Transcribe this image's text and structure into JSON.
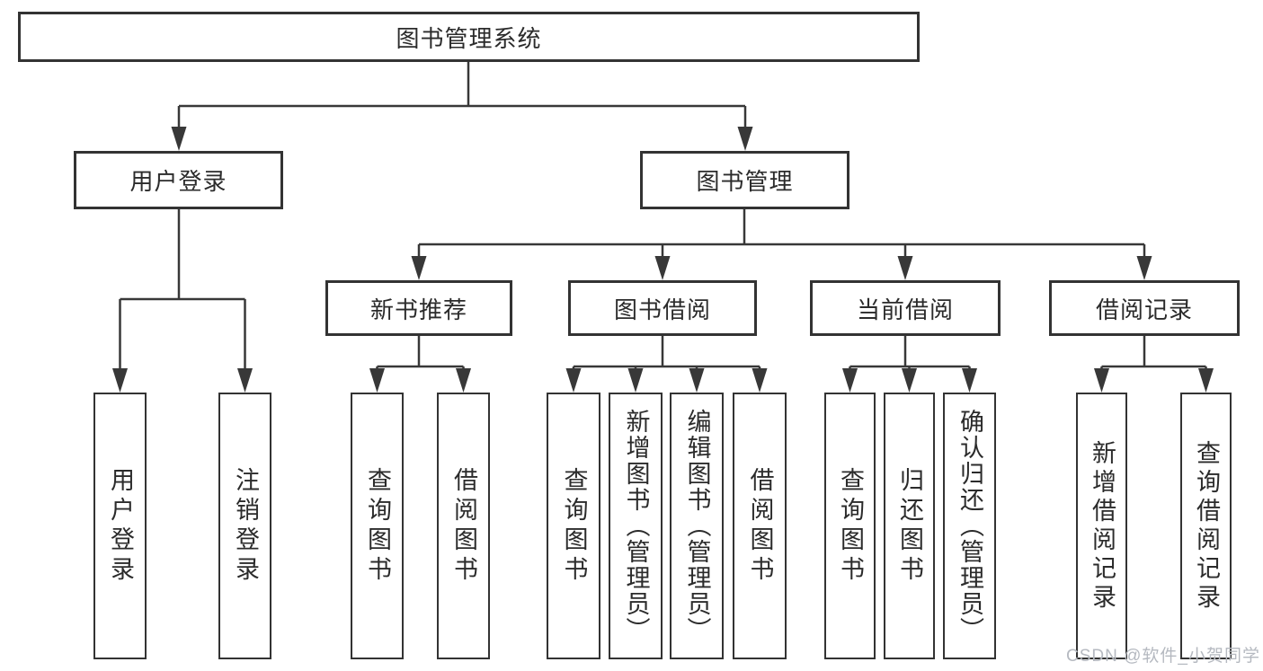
{
  "tree": {
    "label": "图书管理系统",
    "children": [
      {
        "label": "用户登录",
        "children": [
          {
            "label": "用户登录"
          },
          {
            "label": "注销登录"
          }
        ]
      },
      {
        "label": "图书管理",
        "children": [
          {
            "label": "新书推荐",
            "children": [
              {
                "label": "查询图书"
              },
              {
                "label": "借阅图书"
              }
            ]
          },
          {
            "label": "图书借阅",
            "children": [
              {
                "label": "查询图书"
              },
              {
                "label": "新增图书（管理员）"
              },
              {
                "label": "编辑图书（管理员）"
              },
              {
                "label": "借阅图书"
              }
            ]
          },
          {
            "label": "当前借阅",
            "children": [
              {
                "label": "查询图书"
              },
              {
                "label": "归还图书"
              },
              {
                "label": "确认归还（管理员）"
              }
            ]
          },
          {
            "label": "借阅记录",
            "children": [
              {
                "label": "新增借阅记录"
              },
              {
                "label": "查询借阅记录"
              }
            ]
          }
        ]
      }
    ]
  },
  "watermark": "CSDN @软件_小贺同学",
  "colors": {
    "line": "#383838",
    "box_border": "#333333",
    "text": "#2b2b2b",
    "watermark": "#b5b9c0",
    "background": "#ffffff"
  }
}
